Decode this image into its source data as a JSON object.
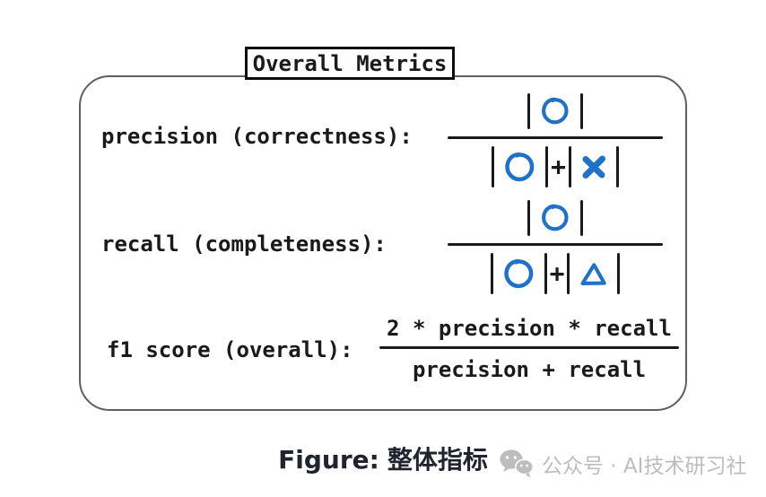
{
  "panel": {
    "title": "Overall Metrics"
  },
  "metrics": {
    "precision": {
      "label": "precision (correctness):",
      "formula": {
        "numerator_symbols": [
          "|",
          "circle",
          "|"
        ],
        "denominator_symbols": [
          "|",
          "circle",
          "|",
          "+",
          "|",
          "cross",
          "|"
        ]
      }
    },
    "recall": {
      "label": "recall (completeness):",
      "formula": {
        "numerator_symbols": [
          "|",
          "circle",
          "|"
        ],
        "denominator_symbols": [
          "|",
          "circle",
          "|",
          "+",
          "|",
          "triangle",
          "|"
        ]
      }
    },
    "f1": {
      "label": "f1 score (overall):",
      "formula": {
        "numerator": "2 * precision * recall",
        "denominator": "precision + recall"
      }
    }
  },
  "operators": {
    "plus": "+"
  },
  "caption": {
    "label": "Figure:",
    "text": "整体指标"
  },
  "watermark": {
    "icon": "wechat-icon",
    "text": "公众号 · AI技术研习社"
  },
  "colors": {
    "ink": "#1a1a1a",
    "symbol_blue": "#2171c7",
    "panel_border": "#5f5f5f",
    "watermark_gray": "#bdbdbd",
    "caption_text": "#20242e"
  }
}
